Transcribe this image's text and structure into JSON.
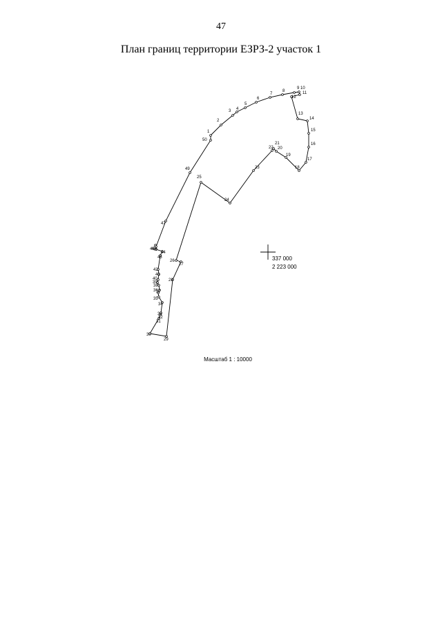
{
  "page": {
    "number": "47",
    "title": "План границ территории ЕЗРЗ-2 участок 1",
    "scale": "Масштаб 1 : 10000"
  },
  "coordinate_cross": {
    "x_label": "337 000",
    "y_label": "2 223 000"
  },
  "colors": {
    "line": "#000000",
    "background": "#ffffff"
  },
  "boundary_points": [
    "1",
    "2",
    "3",
    "4",
    "5",
    "6",
    "7",
    "8",
    "9",
    "10",
    "11",
    "12",
    "13",
    "14",
    "15",
    "16",
    "17",
    "18",
    "19",
    "20",
    "21",
    "22",
    "23",
    "24",
    "25",
    "26",
    "27",
    "28",
    "29",
    "30",
    "31",
    "32",
    "33",
    "34",
    "35",
    "36",
    "37",
    "38",
    "39",
    "40",
    "41",
    "42",
    "43",
    "44",
    "45",
    "46",
    "47",
    "48",
    "49",
    "50"
  ]
}
